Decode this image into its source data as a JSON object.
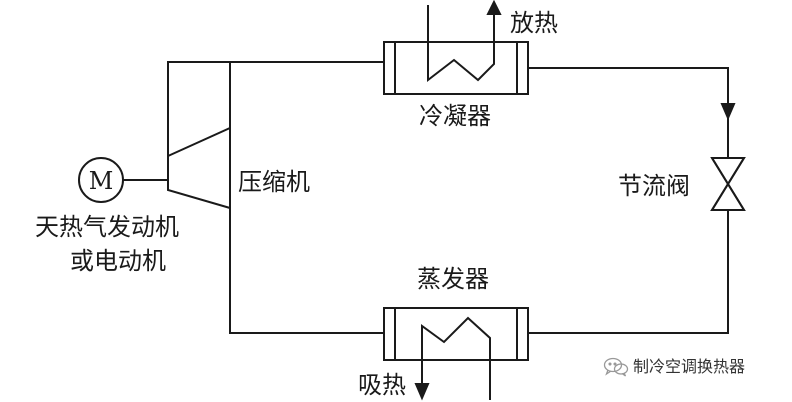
{
  "labels": {
    "heat_release": "放热",
    "condenser": "冷凝器",
    "compressor": "压缩机",
    "throttle_valve": "节流阀",
    "driver_line1": "天热气发动机",
    "driver_line2": "或电动机",
    "evaporator": "蒸发器",
    "heat_absorb": "吸热",
    "motor_symbol": "M"
  },
  "watermark": {
    "text": "制冷空调换热器",
    "icon": "wechat-icon"
  },
  "colors": {
    "line": "#1a1a1a",
    "background": "#ffffff"
  }
}
